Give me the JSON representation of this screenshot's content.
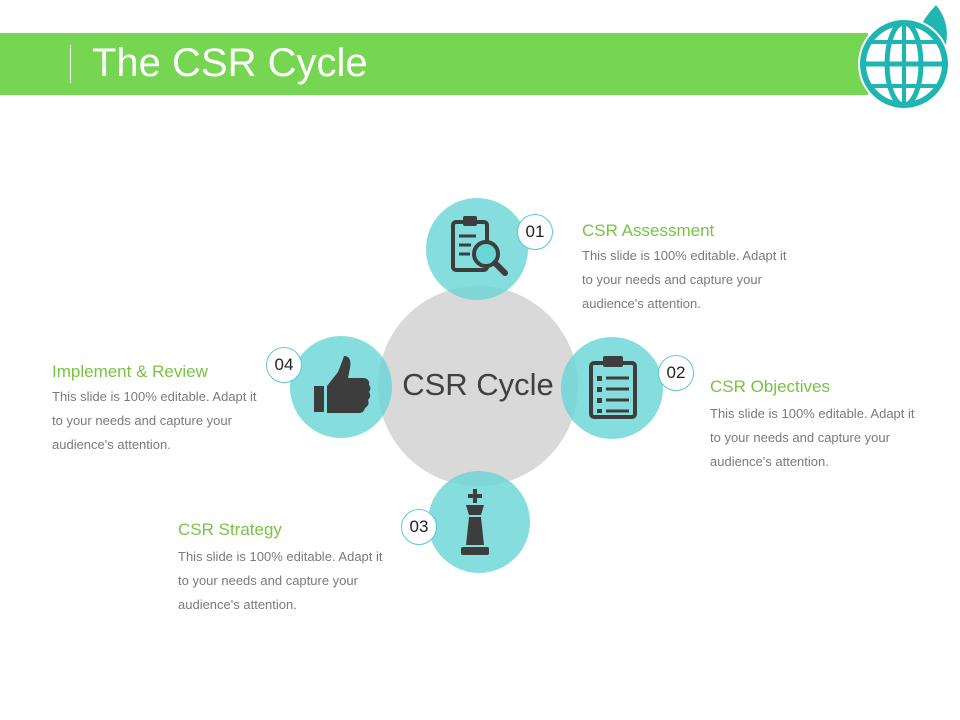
{
  "slide": {
    "title": "The CSR Cycle"
  },
  "diagram": {
    "center_label": "CSR Cycle",
    "steps": [
      {
        "number": "01",
        "title": "CSR Assessment",
        "description": "This slide is 100% editable. Adapt it to your needs and capture your audience's attention.",
        "icon": "clipboard-search-icon"
      },
      {
        "number": "02",
        "title": "CSR Objectives",
        "description": "This slide is 100% editable. Adapt it to your needs and capture your audience's attention.",
        "icon": "checklist-icon"
      },
      {
        "number": "03",
        "title": "CSR Strategy",
        "description": "This slide is 100% editable. Adapt it to your needs and capture your audience's attention.",
        "icon": "chess-king-icon"
      },
      {
        "number": "04",
        "title": "Implement & Review",
        "description": "This slide is 100% editable. Adapt it to your needs and capture your audience's attention.",
        "icon": "thumbs-up-icon"
      }
    ]
  },
  "colors": {
    "accent_green": "#76d651",
    "teal": "#6ad6d6",
    "center_gray": "#d9d9d9",
    "logo_teal": "#1fb5b0"
  },
  "logo": {
    "icon": "globe-leaf-icon"
  }
}
